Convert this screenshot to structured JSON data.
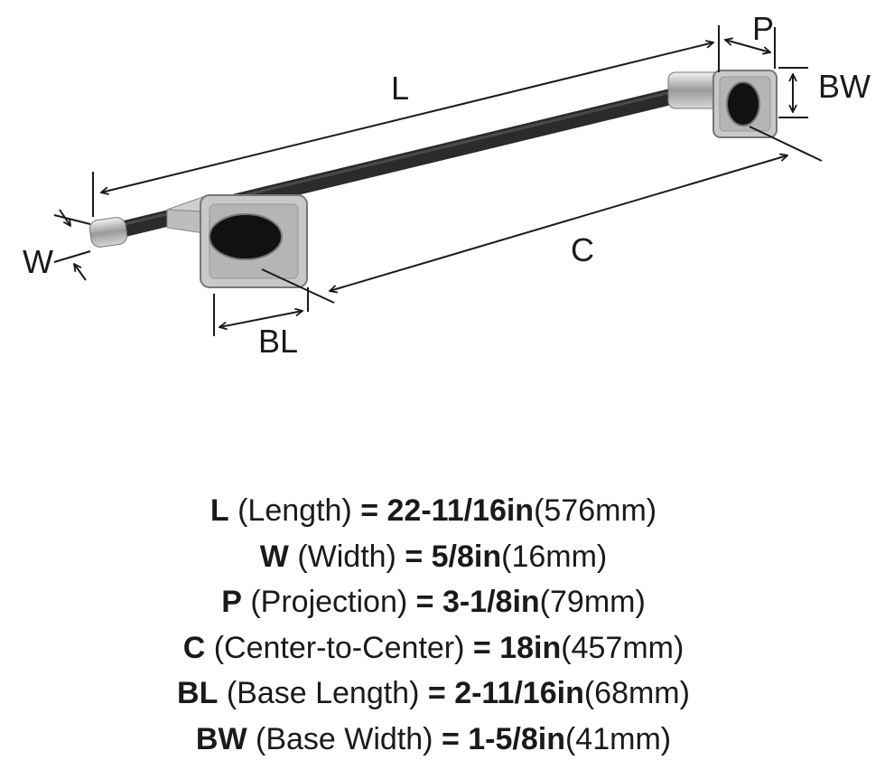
{
  "diagram": {
    "labels": {
      "L": "L",
      "P": "P",
      "BW": "BW",
      "C": "C",
      "W": "W",
      "BL": "BL"
    }
  },
  "specs": [
    {
      "abbr": "L",
      "name": "(Length)",
      "eq": "=",
      "imperial": "22-11/16in",
      "metric": "(576mm)"
    },
    {
      "abbr": "W",
      "name": "(Width)",
      "eq": "=",
      "imperial": "5/8in",
      "metric": "(16mm)"
    },
    {
      "abbr": "P",
      "name": "(Projection)",
      "eq": "=",
      "imperial": "3-1/8in",
      "metric": "(79mm)"
    },
    {
      "abbr": "C",
      "name": "(Center-to-Center)",
      "eq": "=",
      "imperial": "18in",
      "metric": "(457mm)"
    },
    {
      "abbr": "BL",
      "name": "(Base Length)",
      "eq": "=",
      "imperial": "2-11/16in",
      "metric": "(68mm)"
    },
    {
      "abbr": "BW",
      "name": "(Base Width)",
      "eq": "=",
      "imperial": "1-5/8in",
      "metric": "(41mm)"
    }
  ]
}
